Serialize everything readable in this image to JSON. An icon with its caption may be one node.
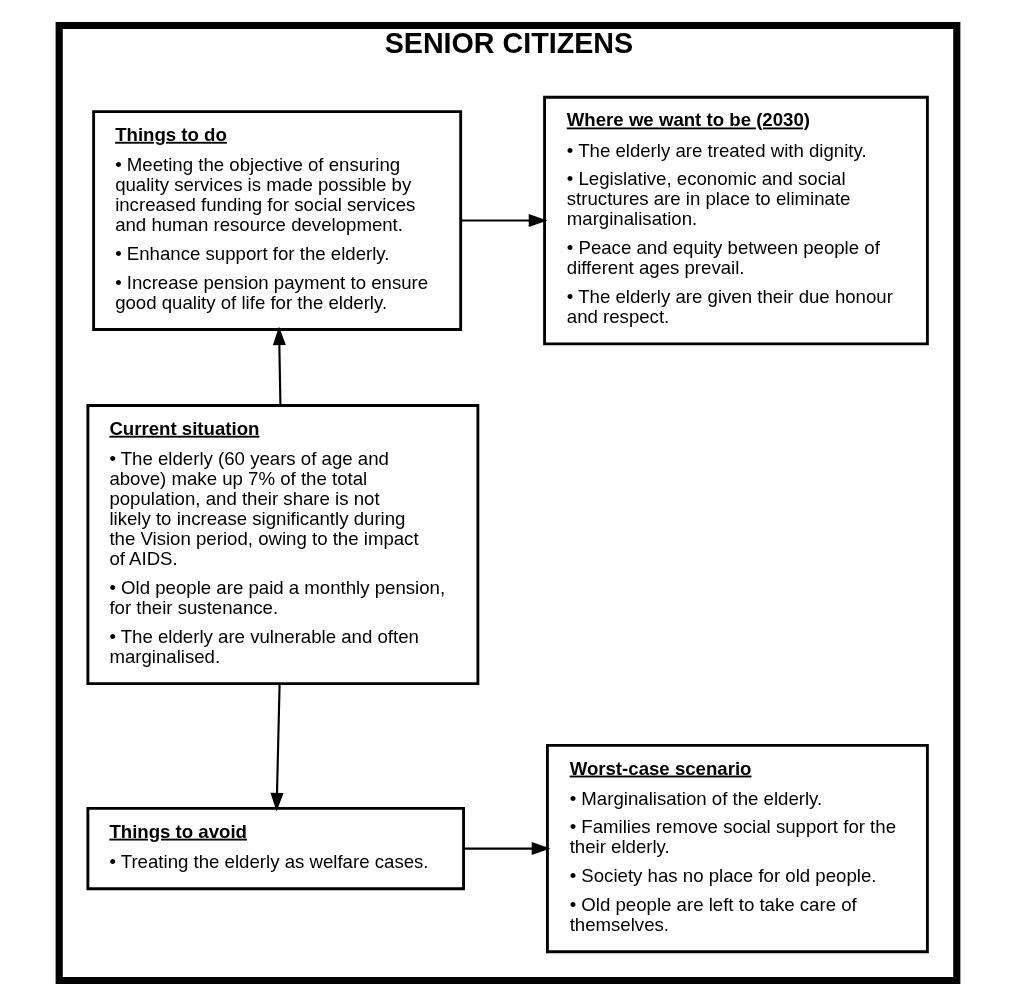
{
  "diagram": {
    "nodes": [
      {
        "text": [
          "SENIOR CITIZENS"
        ]
      },
      {
        "text": [
          "Things to do",
          "• Meeting the objective of ensuring quality services is made possible by increased funding for social services and human resource development.",
          "• Enhance support for the elderly.",
          "• Increase pension payment to ensure good quality of life for the elderly."
        ],
        "in": 0
      },
      {
        "text": [
          "Where we want to be (2030)",
          "• The elderly are treated with dignity.",
          "• Legislative, economic and social structures are in place to eliminate marginalisation.",
          "• Peace and equity between people of different ages prevail.",
          "• The elderly are given their due honour and respect."
        ],
        "in": 0
      },
      {
        "text": [
          "Current situation",
          "• The elderly (60 years of age and above) make up 7% of the total population, and their share is not likely to increase significantly during the Vision period, owing to the impact of AIDS.",
          "• Old people are paid a monthly pension, for their sustenance.",
          "• The elderly are vulnerable and often marginalised."
        ],
        "in": 0
      },
      {
        "text": [
          "Things to avoid",
          "• Treating the elderly as welfare cases."
        ],
        "in": 0
      },
      {
        "text": [
          "Worst-case scenario",
          "• Marginalisation of the elderly.",
          "• Families remove social support for the their elderly.",
          "• Society has no place for old people.",
          "• Old people are left to take care of themselves."
        ],
        "in": 0
      }
    ],
    "edges": [
      {
        "from": 1,
        "to": 2,
        "arrow": "to"
      },
      {
        "from": 3,
        "to": 1,
        "arrow": "to"
      },
      {
        "from": 3,
        "to": 4,
        "arrow": "to"
      },
      {
        "from": 4,
        "to": 5,
        "arrow": "to"
      }
    ]
  }
}
